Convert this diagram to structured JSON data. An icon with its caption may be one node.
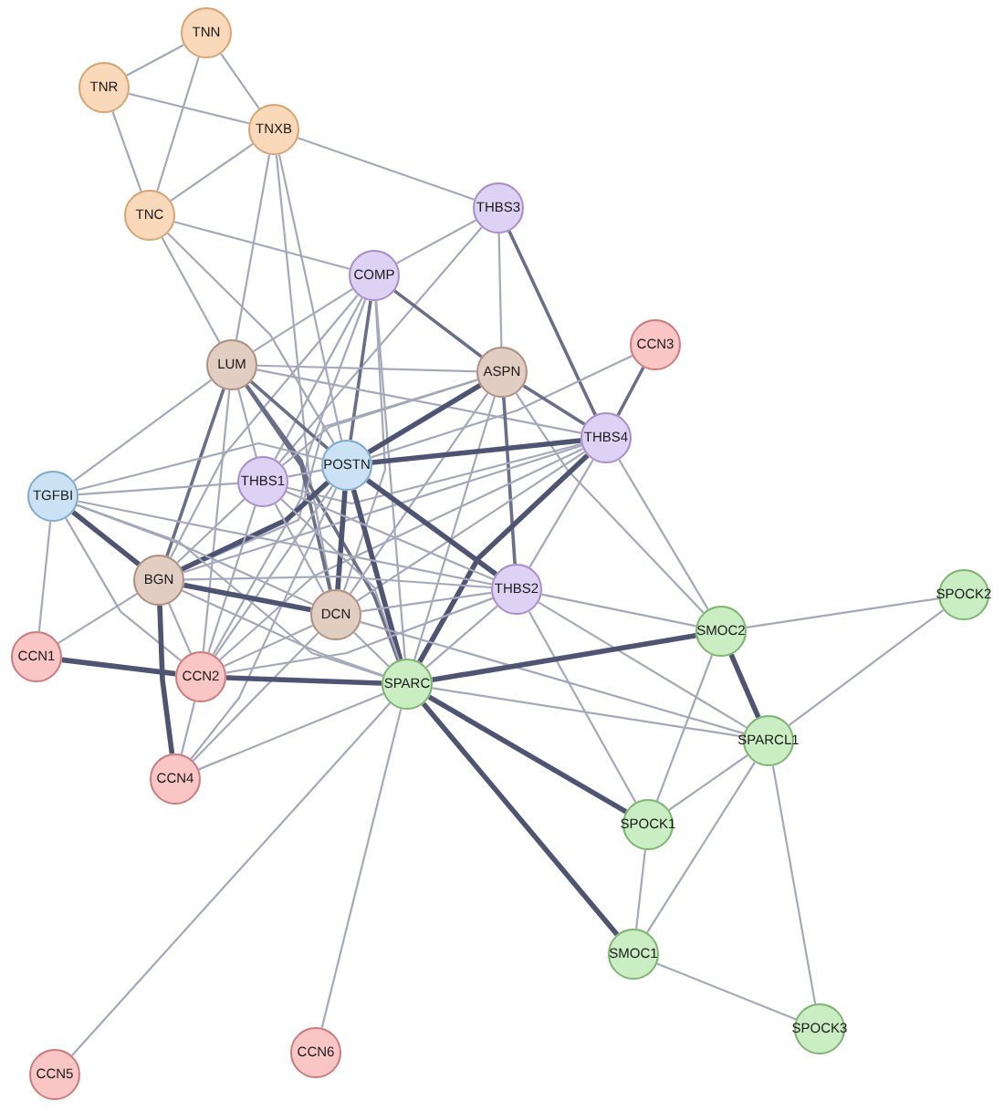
{
  "diagram": {
    "nodes": [
      {
        "text": [
          "TNN"
        ]
      },
      {
        "text": [
          "TNR"
        ]
      },
      {
        "text": [
          "TNXB"
        ]
      },
      {
        "text": [
          "THBS3"
        ]
      },
      {
        "text": [
          "TNC"
        ]
      },
      {
        "text": [
          "COMP"
        ]
      },
      {
        "text": [
          "CCN3"
        ]
      },
      {
        "text": [
          "LUM"
        ]
      },
      {
        "text": [
          "ASPN"
        ]
      },
      {
        "text": [
          "THBS4"
        ]
      },
      {
        "text": [
          "POSTN"
        ]
      },
      {
        "text": [
          "THBS1"
        ]
      },
      {
        "text": [
          "TGFBI"
        ]
      },
      {
        "text": [
          "BGN"
        ]
      },
      {
        "text": [
          "THBS2"
        ]
      },
      {
        "text": [
          "SPOCK2"
        ]
      },
      {
        "text": [
          "DCN"
        ]
      },
      {
        "text": [
          "SMOC2"
        ]
      },
      {
        "text": [
          "CCN1"
        ]
      },
      {
        "text": [
          "CCN2"
        ]
      },
      {
        "text": [
          "SPARC"
        ]
      },
      {
        "text": [
          "SPARCL1"
        ]
      },
      {
        "text": [
          "CCN4"
        ]
      },
      {
        "text": [
          "SPOCK1"
        ]
      },
      {
        "text": [
          "SMOC1"
        ]
      },
      {
        "text": [
          "SPOCK3"
        ]
      },
      {
        "text": [
          "CCN6"
        ]
      },
      {
        "text": [
          "CCN5"
        ]
      }
    ],
    "edges": [
      {
        "from": 0,
        "to": 1,
        "arrow": "none"
      },
      {
        "from": 0,
        "to": 2,
        "arrow": "none"
      },
      {
        "from": 0,
        "to": 4,
        "arrow": "none"
      },
      {
        "from": 1,
        "to": 2,
        "arrow": "none"
      },
      {
        "from": 1,
        "to": 4,
        "arrow": "none"
      },
      {
        "from": 2,
        "to": 4,
        "arrow": "none"
      },
      {
        "from": 2,
        "to": 3,
        "arrow": "none"
      },
      {
        "from": 4,
        "to": 5,
        "arrow": "none"
      },
      {
        "from": 2,
        "to": 7,
        "arrow": "none"
      },
      {
        "from": 2,
        "to": 16,
        "arrow": "none"
      },
      {
        "from": 2,
        "to": 10,
        "arrow": "none"
      },
      {
        "from": 4,
        "to": 7,
        "arrow": "none"
      },
      {
        "from": 4,
        "to": 10,
        "arrow": "none"
      },
      {
        "from": 3,
        "to": 5,
        "arrow": "none"
      },
      {
        "from": 3,
        "to": 8,
        "arrow": "none"
      },
      {
        "from": 3,
        "to": 9,
        "arrow": "none",
        "color": "#6a6e89"
      },
      {
        "from": 3,
        "to": 11,
        "arrow": "none"
      },
      {
        "from": 5,
        "to": 7,
        "arrow": "none"
      },
      {
        "from": 5,
        "to": 8,
        "arrow": "none",
        "color": "#6a6e89"
      },
      {
        "from": 5,
        "to": 10,
        "arrow": "none",
        "color": "#6a6e89"
      },
      {
        "from": 5,
        "to": 11,
        "arrow": "none"
      },
      {
        "from": 5,
        "to": 13,
        "arrow": "none"
      },
      {
        "from": 5,
        "to": 16,
        "arrow": "none"
      },
      {
        "from": 5,
        "to": 20,
        "arrow": "none"
      },
      {
        "from": 5,
        "to": 19,
        "arrow": "none"
      },
      {
        "from": 6,
        "to": 9,
        "arrow": "none",
        "color": "#6a6e89"
      },
      {
        "from": 6,
        "to": 10,
        "arrow": "none"
      },
      {
        "from": 7,
        "to": 8,
        "arrow": "none"
      },
      {
        "from": 7,
        "to": 10,
        "arrow": "none",
        "color": "#6a6e89"
      },
      {
        "from": 7,
        "to": 11,
        "arrow": "none"
      },
      {
        "from": 7,
        "to": 13,
        "arrow": "none",
        "color": "#6a6e89"
      },
      {
        "from": 7,
        "to": 16,
        "arrow": "none",
        "color": "#6a6e89"
      },
      {
        "from": 7,
        "to": 20,
        "arrow": "none",
        "color": "#6a6e89"
      },
      {
        "from": 7,
        "to": 19,
        "arrow": "none"
      },
      {
        "from": 7,
        "to": 12,
        "arrow": "none"
      },
      {
        "from": 7,
        "to": 9,
        "arrow": "none"
      },
      {
        "from": 8,
        "to": 9,
        "arrow": "none",
        "color": "#6a6e89"
      },
      {
        "from": 8,
        "to": 14,
        "arrow": "none",
        "color": "#6a6e89"
      },
      {
        "from": 8,
        "to": 10,
        "arrow": "none",
        "style": "thick"
      },
      {
        "from": 8,
        "to": 11,
        "arrow": "none"
      },
      {
        "from": 8,
        "to": 13,
        "arrow": "none"
      },
      {
        "from": 8,
        "to": 16,
        "arrow": "none"
      },
      {
        "from": 8,
        "to": 20,
        "arrow": "none"
      },
      {
        "from": 8,
        "to": 17,
        "arrow": "none"
      },
      {
        "from": 9,
        "to": 10,
        "arrow": "none",
        "style": "thick"
      },
      {
        "from": 9,
        "to": 11,
        "arrow": "none"
      },
      {
        "from": 9,
        "to": 13,
        "arrow": "none"
      },
      {
        "from": 9,
        "to": 16,
        "arrow": "none"
      },
      {
        "from": 9,
        "to": 20,
        "arrow": "none",
        "style": "thick"
      },
      {
        "from": 9,
        "to": 14,
        "arrow": "none"
      },
      {
        "from": 9,
        "to": 17,
        "arrow": "none"
      },
      {
        "from": 9,
        "to": 19,
        "arrow": "none"
      },
      {
        "from": 10,
        "to": 11,
        "arrow": "none"
      },
      {
        "from": 10,
        "to": 12,
        "arrow": "none"
      },
      {
        "from": 10,
        "to": 13,
        "arrow": "none",
        "style": "thick"
      },
      {
        "from": 10,
        "to": 16,
        "arrow": "none",
        "style": "thick"
      },
      {
        "from": 10,
        "to": 20,
        "arrow": "none",
        "style": "thick"
      },
      {
        "from": 10,
        "to": 19,
        "arrow": "none"
      },
      {
        "from": 10,
        "to": 14,
        "arrow": "none",
        "style": "thick"
      },
      {
        "from": 10,
        "to": 22,
        "arrow": "none"
      },
      {
        "from": 11,
        "to": 12,
        "arrow": "none"
      },
      {
        "from": 11,
        "to": 13,
        "arrow": "none"
      },
      {
        "from": 11,
        "to": 16,
        "arrow": "none"
      },
      {
        "from": 11,
        "to": 20,
        "arrow": "none"
      },
      {
        "from": 11,
        "to": 19,
        "arrow": "none"
      },
      {
        "from": 11,
        "to": 14,
        "arrow": "none"
      },
      {
        "from": 12,
        "to": 13,
        "arrow": "none",
        "style": "thick"
      },
      {
        "from": 12,
        "to": 16,
        "arrow": "none"
      },
      {
        "from": 12,
        "to": 20,
        "arrow": "none"
      },
      {
        "from": 12,
        "to": 19,
        "arrow": "none"
      },
      {
        "from": 12,
        "to": 14,
        "arrow": "none"
      },
      {
        "from": 13,
        "to": 16,
        "arrow": "none",
        "style": "thick"
      },
      {
        "from": 13,
        "to": 20,
        "arrow": "none"
      },
      {
        "from": 13,
        "to": 18,
        "arrow": "none"
      },
      {
        "from": 13,
        "to": 19,
        "arrow": "none"
      },
      {
        "from": 13,
        "to": 22,
        "arrow": "none",
        "style": "thick"
      },
      {
        "from": 13,
        "to": 14,
        "arrow": "none"
      },
      {
        "from": 16,
        "to": 20,
        "arrow": "none"
      },
      {
        "from": 16,
        "to": 19,
        "arrow": "none"
      },
      {
        "from": 16,
        "to": 14,
        "arrow": "none"
      },
      {
        "from": 16,
        "to": 22,
        "arrow": "none"
      },
      {
        "from": 16,
        "to": 21,
        "arrow": "none"
      },
      {
        "from": 14,
        "to": 20,
        "arrow": "none"
      },
      {
        "from": 14,
        "to": 17,
        "arrow": "none"
      },
      {
        "from": 14,
        "to": 21,
        "arrow": "none"
      },
      {
        "from": 14,
        "to": 23,
        "arrow": "none"
      },
      {
        "from": 14,
        "to": 19,
        "arrow": "none"
      },
      {
        "from": 20,
        "to": 19,
        "arrow": "none",
        "style": "thick"
      },
      {
        "from": 20,
        "to": 17,
        "arrow": "none",
        "style": "thick"
      },
      {
        "from": 20,
        "to": 21,
        "arrow": "none"
      },
      {
        "from": 20,
        "to": 23,
        "arrow": "none",
        "style": "thick"
      },
      {
        "from": 20,
        "to": 24,
        "arrow": "none",
        "style": "thick"
      },
      {
        "from": 20,
        "to": 22,
        "arrow": "none"
      },
      {
        "from": 20,
        "to": 27,
        "arrow": "none"
      },
      {
        "from": 20,
        "to": 26,
        "arrow": "none"
      },
      {
        "from": 18,
        "to": 19,
        "arrow": "none",
        "style": "thick"
      },
      {
        "from": 18,
        "to": 12,
        "arrow": "none"
      },
      {
        "from": 19,
        "to": 22,
        "arrow": "none"
      },
      {
        "from": 17,
        "to": 15,
        "arrow": "none"
      },
      {
        "from": 17,
        "to": 21,
        "arrow": "none",
        "style": "thick"
      },
      {
        "from": 17,
        "to": 23,
        "arrow": "none"
      },
      {
        "from": 15,
        "to": 21,
        "arrow": "none"
      },
      {
        "from": 21,
        "to": 23,
        "arrow": "none"
      },
      {
        "from": 21,
        "to": 24,
        "arrow": "none"
      },
      {
        "from": 21,
        "to": 25,
        "arrow": "none"
      },
      {
        "from": 23,
        "to": 24,
        "arrow": "none"
      },
      {
        "from": 24,
        "to": 25,
        "arrow": "none"
      }
    ]
  }
}
